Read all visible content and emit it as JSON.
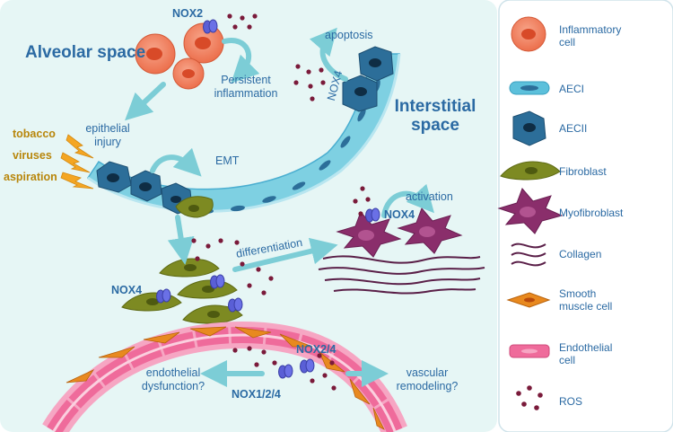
{
  "regions": {
    "alveolar": "Alveolar space",
    "interstitial": "Interstitial space"
  },
  "labels": {
    "nox2_top": "NOX2",
    "persistent_inflammation": "Persistent inflammation",
    "apoptosis": "apoptosis",
    "nox4_aec": "NOX4",
    "epithelial_injury": "epithelial injury",
    "emt": "EMT",
    "activation": "activation",
    "nox4_myo": "NOX4",
    "differentiation": "differentiation",
    "nox4_fibro": "NOX4",
    "nox24": "NOX2/4",
    "nox124": "NOX1/2/4",
    "endothelial_dysfunction": "endothelial dysfunction?",
    "vascular_remodeling": "vascular remodeling?"
  },
  "triggers": [
    "tobacco",
    "viruses",
    "aspiration"
  ],
  "legend": [
    {
      "label": "Inflammatory cell",
      "icon": "inflammatory-cell-icon"
    },
    {
      "label": "AECI",
      "icon": "aeci-icon"
    },
    {
      "label": "AECII",
      "icon": "aecii-icon"
    },
    {
      "label": "Fibroblast",
      "icon": "fibroblast-icon"
    },
    {
      "label": "Myofibroblast",
      "icon": "myofibroblast-icon"
    },
    {
      "label": "Collagen",
      "icon": "collagen-icon"
    },
    {
      "label": "Smooth muscle cell",
      "icon": "smooth-muscle-cell-icon"
    },
    {
      "label": "Endothelial cell",
      "icon": "endothelial-cell-icon"
    },
    {
      "label": "ROS",
      "icon": "ros-icon"
    }
  ],
  "colors": {
    "background": "#e6f6f5",
    "text": "#2b6aa3",
    "trigger_text": "#b8860b",
    "arrow": "#7ccdd6",
    "inflammatory": "#f0805f",
    "aeci": "#5cc0db",
    "aecii": "#2c6e99",
    "fibroblast": "#7d8a22",
    "myofibroblast": "#8a2e6b",
    "collagen": "#5a1f48",
    "smooth_muscle": "#e8891f",
    "endothelial": "#ef6b9b",
    "ros": "#7a1a3a",
    "nox": "#5a5fd6"
  }
}
